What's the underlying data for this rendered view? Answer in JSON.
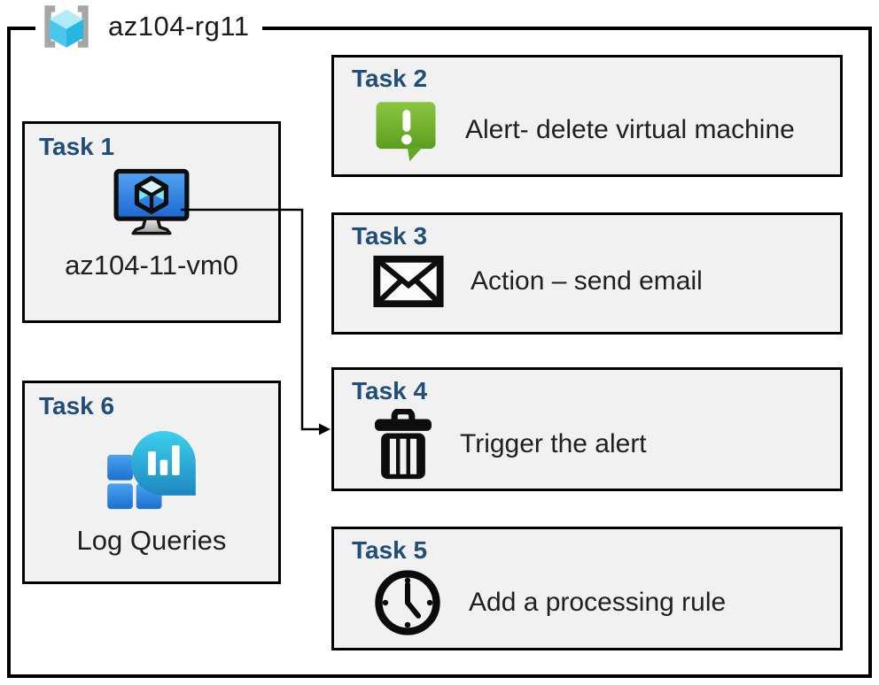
{
  "resource_group": {
    "name": "az104-rg11",
    "icon": "resource-group-icon"
  },
  "tasks": [
    {
      "title": "Task 1",
      "label": "az104-11-vm0",
      "icon": "virtual-machine-icon"
    },
    {
      "title": "Task 2",
      "label": "Alert- delete virtual machine",
      "icon": "alert-message-icon"
    },
    {
      "title": "Task 3",
      "label": "Action – send email",
      "icon": "email-envelope-icon"
    },
    {
      "title": "Task 4",
      "label": "Trigger the alert",
      "icon": "trash-icon"
    },
    {
      "title": "Task 5",
      "label": "Add a processing rule",
      "icon": "clock-icon"
    },
    {
      "title": "Task 6",
      "label": "Log Queries",
      "icon": "log-analytics-icon"
    }
  ],
  "connector": {
    "from": "Task 1 virtual machine",
    "to": "Task 4 trigger the alert"
  },
  "colors": {
    "task_title": "#1F4E79",
    "box_fill": "#f1f1f1",
    "border": "#000000",
    "alert_green": "#6fb12c",
    "vm_blue": "#2a7de1",
    "rg_cyan": "#45c6ea",
    "log_bubble_cyan": "#2ebce3",
    "log_square_blue": "#2f8ce9"
  }
}
